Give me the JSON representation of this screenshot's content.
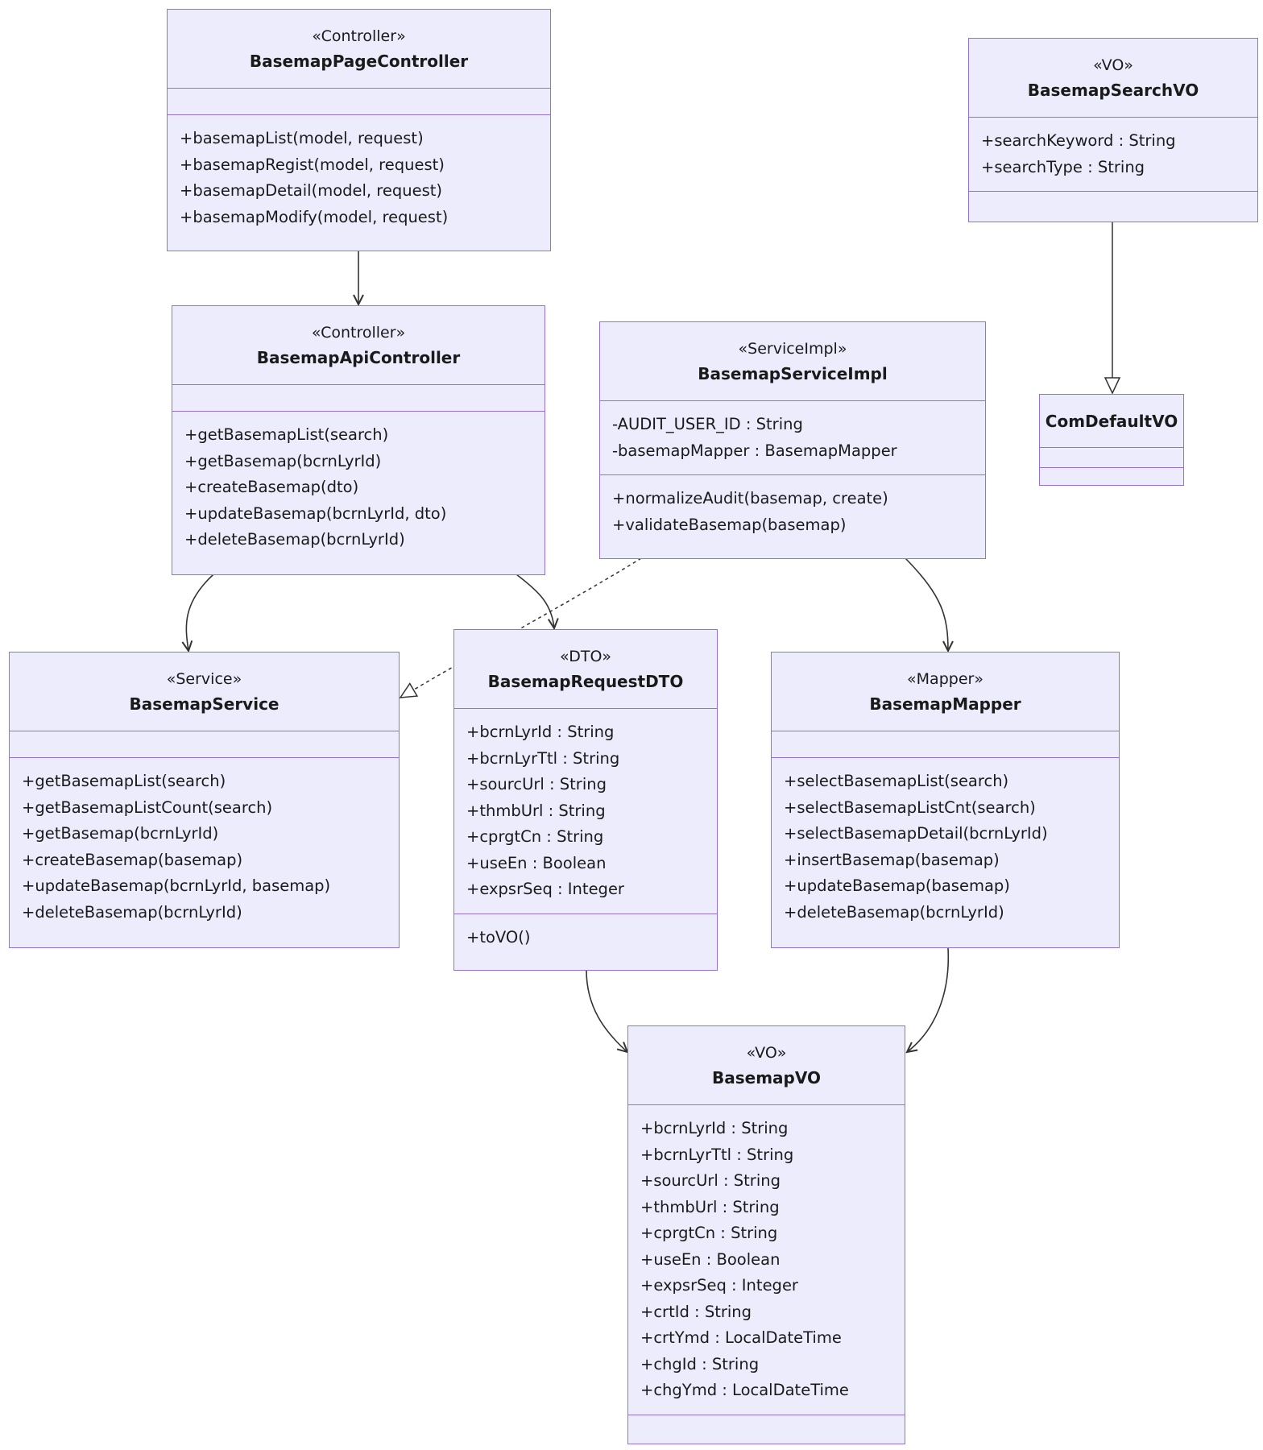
{
  "colors": {
    "fill": "#ececfd",
    "stroke": "#9370db",
    "edge": "#333333",
    "text": "#1a1a1a"
  },
  "classes": {
    "page_controller": {
      "stereotype": "«Controller»",
      "name": "BasemapPageController",
      "attributes": [],
      "methods": [
        "+basemapList(model, request)",
        "+basemapRegist(model, request)",
        "+basemapDetail(model, request)",
        "+basemapModify(model, request)"
      ]
    },
    "search_vo": {
      "stereotype": "«VO»",
      "name": "BasemapSearchVO",
      "attributes": [
        "+searchKeyword : String",
        "+searchType : String"
      ],
      "methods": []
    },
    "api_controller": {
      "stereotype": "«Controller»",
      "name": "BasemapApiController",
      "attributes": [],
      "methods": [
        "+getBasemapList(search)",
        "+getBasemap(bcrnLyrId)",
        "+createBasemap(dto)",
        "+updateBasemap(bcrnLyrId, dto)",
        "+deleteBasemap(bcrnLyrId)"
      ]
    },
    "service_impl": {
      "stereotype": "«ServiceImpl»",
      "name": "BasemapServiceImpl",
      "attributes": [
        "-AUDIT_USER_ID : String",
        "-basemapMapper : BasemapMapper"
      ],
      "methods": [
        "+normalizeAudit(basemap, create)",
        "+validateBasemap(basemap)"
      ]
    },
    "com_default_vo": {
      "stereotype": "",
      "name": "ComDefaultVO",
      "attributes": [],
      "methods": []
    },
    "service": {
      "stereotype": "«Service»",
      "name": "BasemapService",
      "attributes": [],
      "methods": [
        "+getBasemapList(search)",
        "+getBasemapListCount(search)",
        "+getBasemap(bcrnLyrId)",
        "+createBasemap(basemap)",
        "+updateBasemap(bcrnLyrId, basemap)",
        "+deleteBasemap(bcrnLyrId)"
      ]
    },
    "request_dto": {
      "stereotype": "«DTO»",
      "name": "BasemapRequestDTO",
      "attributes": [
        "+bcrnLyrId : String",
        "+bcrnLyrTtl : String",
        "+sourcUrl : String",
        "+thmbUrl : String",
        "+cprgtCn : String",
        "+useEn : Boolean",
        "+expsrSeq : Integer"
      ],
      "methods": [
        "+toVO()"
      ]
    },
    "mapper": {
      "stereotype": "«Mapper»",
      "name": "BasemapMapper",
      "attributes": [],
      "methods": [
        "+selectBasemapList(search)",
        "+selectBasemapListCnt(search)",
        "+selectBasemapDetail(bcrnLyrId)",
        "+insertBasemap(basemap)",
        "+updateBasemap(basemap)",
        "+deleteBasemap(bcrnLyrId)"
      ]
    },
    "basemap_vo": {
      "stereotype": "«VO»",
      "name": "BasemapVO",
      "attributes": [
        "+bcrnLyrId : String",
        "+bcrnLyrTtl : String",
        "+sourcUrl : String",
        "+thmbUrl : String",
        "+cprgtCn : String",
        "+useEn : Boolean",
        "+expsrSeq : Integer",
        "+crtId : String",
        "+crtYmd : LocalDateTime",
        "+chgId : String",
        "+chgYmd : LocalDateTime"
      ],
      "methods": []
    }
  },
  "relations": [
    {
      "from": "page_controller",
      "to": "api_controller",
      "kind": "association"
    },
    {
      "from": "api_controller",
      "to": "service",
      "kind": "association"
    },
    {
      "from": "api_controller",
      "to": "request_dto",
      "kind": "association"
    },
    {
      "from": "service_impl",
      "to": "service",
      "kind": "realization"
    },
    {
      "from": "service_impl",
      "to": "mapper",
      "kind": "association"
    },
    {
      "from": "search_vo",
      "to": "com_default_vo",
      "kind": "inheritance"
    },
    {
      "from": "request_dto",
      "to": "basemap_vo",
      "kind": "association"
    },
    {
      "from": "mapper",
      "to": "basemap_vo",
      "kind": "association"
    }
  ]
}
